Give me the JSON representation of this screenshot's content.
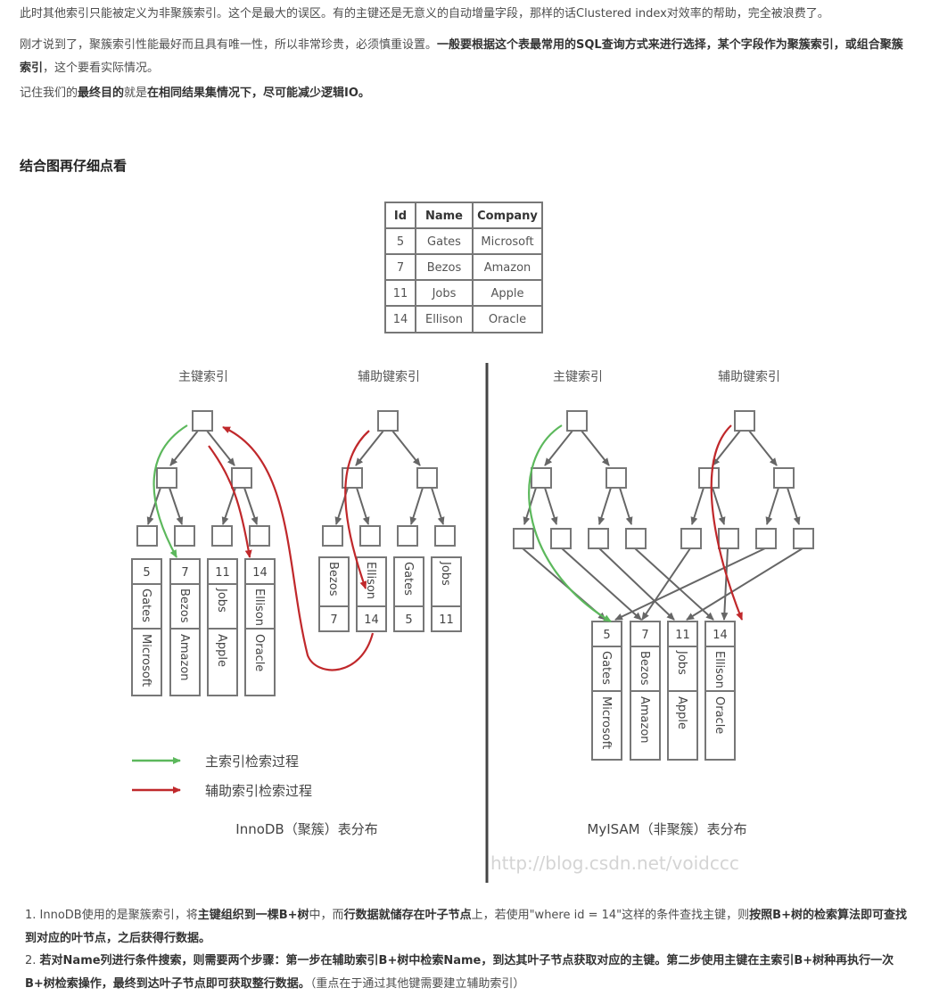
{
  "paragraphs": {
    "p1": "此时其他索引只能被定义为非聚簇索引。这个是最大的误区。有的主键还是无意义的自动增量字段，那样的话Clustered index对效率的帮助，完全被浪费了。",
    "p2_a": "刚才说到了，聚簇索引性能最好而且具有唯一性，所以非常珍贵，必须慎重设置。",
    "p2_b": "一般要根据这个表最常用的SQL查询方式来进行选择，某个字段作为聚簇索引，或组合聚簇索引",
    "p2_c": "，这个要看实际情况。",
    "p3_a": "记住我们的",
    "p3_b": "最终目的",
    "p3_c": "就是",
    "p3_d": "在相同结果集情况下，尽可能减少逻辑IO。"
  },
  "heading": "结合图再仔细点看",
  "figure": {
    "table": {
      "headers": [
        "Id",
        "Name",
        "Company"
      ],
      "rows": [
        [
          "5",
          "Gates",
          "Microsoft"
        ],
        [
          "7",
          "Bezos",
          "Amazon"
        ],
        [
          "11",
          "Jobs",
          "Apple"
        ],
        [
          "14",
          "Ellison",
          "Oracle"
        ]
      ]
    },
    "left_primary_label": "主键索引",
    "left_secondary_label": "辅助键索引",
    "right_primary_label": "主键索引",
    "right_secondary_label": "辅助键索引",
    "innodb_records": [
      {
        "id": "5",
        "name": "Gates",
        "company": "Microsoft"
      },
      {
        "id": "7",
        "name": "Bezos",
        "company": "Amazon"
      },
      {
        "id": "11",
        "name": "Jobs",
        "company": "Apple"
      },
      {
        "id": "14",
        "name": "Ellison",
        "company": "Oracle"
      }
    ],
    "secondary_leaves": [
      {
        "name": "Bezos",
        "id": "7"
      },
      {
        "name": "Ellison",
        "id": "14"
      },
      {
        "name": "Gates",
        "id": "5"
      },
      {
        "name": "Jobs",
        "id": "11"
      }
    ],
    "myisam_records": [
      {
        "id": "5",
        "name": "Gates",
        "company": "Microsoft"
      },
      {
        "id": "7",
        "name": "Bezos",
        "company": "Amazon"
      },
      {
        "id": "11",
        "name": "Jobs",
        "company": "Apple"
      },
      {
        "id": "14",
        "name": "Ellison",
        "company": "Oracle"
      }
    ],
    "legend_primary": "主索引检索过程",
    "legend_secondary": "辅助索引检索过程",
    "innodb_caption": "InnoDB（聚簇）表分布",
    "myisam_caption": "MyISAM（非聚簇）表分布",
    "watermark": "http://blog.csdn.net/voidccc",
    "colors": {
      "primary_arrow": "#5cb85c",
      "secondary_arrow": "#c0282b",
      "node": "#777777"
    }
  },
  "list": {
    "li1_a": "1. InnoDB使用的是聚簇索引，将",
    "li1_b": "主键组织到一棵B+树",
    "li1_c": "中，而",
    "li1_d": "行数据就储存在叶子节点",
    "li1_e": "上，若使用\"where id = 14\"这样的条件查找主键，则",
    "li1_f": "按照B+树的检索算法即可查找到对应的叶节点，之后获得行数据。",
    "li2_a": "2. ",
    "li2_b": "若对Name列进行条件搜索，则需要两个步骤：第一步在辅助索引B+树中检索Name，到达其叶子节点获取对应的主键。第二步使用主键在主索引B+树种再执行一次B+树检索操作，最终到达叶子节点即可获取整行数据。",
    "li2_c": "（重点在于通过其他键需要建立辅助索引）"
  }
}
